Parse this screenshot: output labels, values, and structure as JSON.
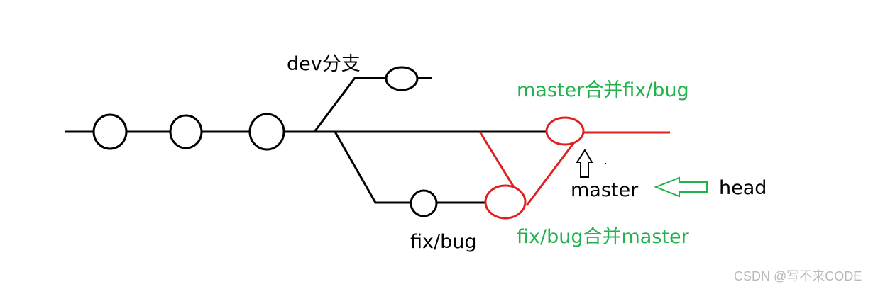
{
  "labels": {
    "dev_branch": "dev分支",
    "master_merge": "master合并fix/bug",
    "master": "master",
    "head": "head",
    "fix_bug": "fix/bug",
    "fix_bug_merge": "fix/bug合并master"
  },
  "watermark": "CSDN @写不来CODE",
  "colors": {
    "black": "#000000",
    "red": "#e02020",
    "green": "#22b14c",
    "watermark": "#b8b8b8"
  }
}
